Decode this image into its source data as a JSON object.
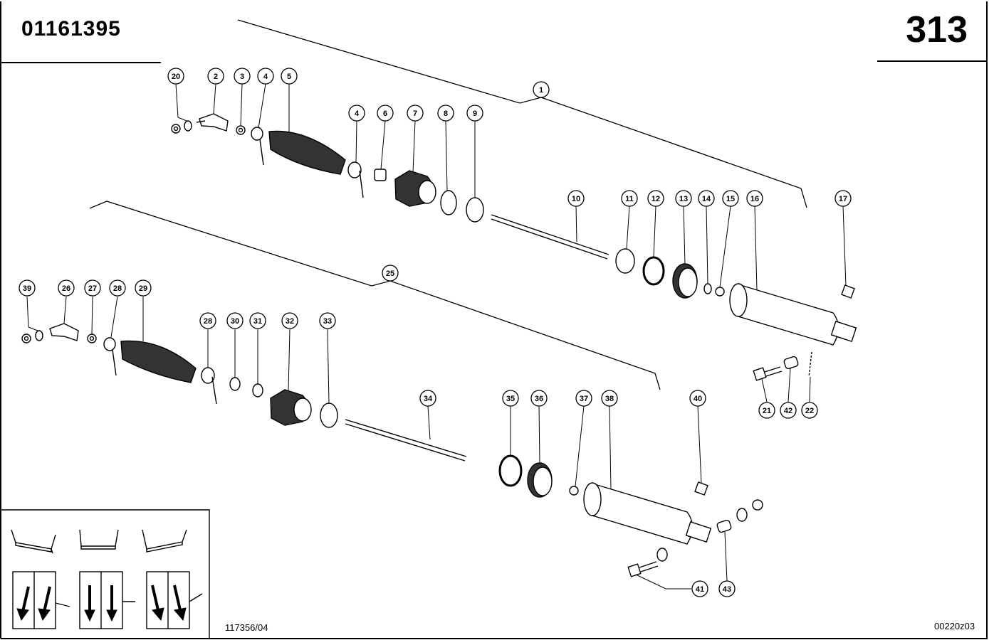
{
  "header": {
    "part_number": "01161395",
    "page_number": "313"
  },
  "footer": {
    "drawing_ref": "117356/04",
    "image_code": "00220z03"
  },
  "callouts": [
    "20",
    "2",
    "3",
    "4",
    "5",
    "4",
    "6",
    "7",
    "8",
    "9",
    "1",
    "10",
    "11",
    "12",
    "13",
    "14",
    "15",
    "16",
    "17",
    "21",
    "42",
    "22",
    "39",
    "26",
    "27",
    "28",
    "29",
    "28",
    "30",
    "31",
    "32",
    "33",
    "25",
    "34",
    "35",
    "36",
    "37",
    "38",
    "40",
    "41",
    "43"
  ]
}
